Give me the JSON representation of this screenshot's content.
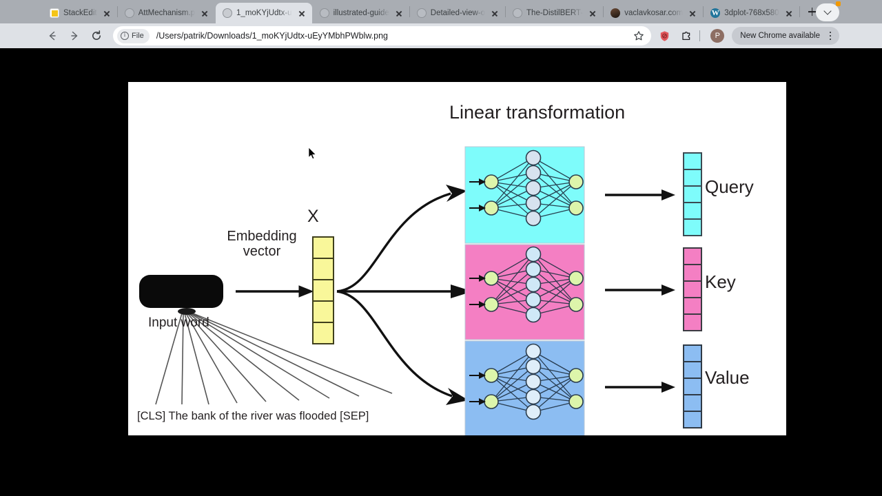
{
  "browser": {
    "tabs": [
      {
        "title": "StackEdit",
        "favicon": "stackedit-icon",
        "active": false
      },
      {
        "title": "AttMechanism.p",
        "favicon": "globe-icon",
        "active": false
      },
      {
        "title": "1_moKYjUdtx-u",
        "favicon": "globe-icon",
        "active": true
      },
      {
        "title": "illustrated-guide",
        "favicon": "globe-icon",
        "active": false
      },
      {
        "title": "Detailed-view-o",
        "favicon": "globe-icon",
        "active": false
      },
      {
        "title": "The-DistilBERT-",
        "favicon": "globe-icon",
        "active": false
      },
      {
        "title": "vaclavkosar.com",
        "favicon": "photo-icon",
        "active": false
      },
      {
        "title": "3dplot-768x580",
        "favicon": "wordpress-icon",
        "active": false
      }
    ],
    "new_tab_label": "+",
    "toolbar": {
      "back_icon": "back-arrow-icon",
      "forward_icon": "forward-arrow-icon",
      "reload_icon": "reload-icon",
      "file_chip_label": "File",
      "url": "/Users/patrik/Downloads/1_moKYjUdtx-uEyYMbhPWblw.png",
      "bookmark_icon": "star-icon",
      "shield_icon": "shield-icon",
      "extensions_icon": "puzzle-extension-icon",
      "profile_initial": "P",
      "update_label": "New Chrome available",
      "menu_icon": "kebab-menu-icon"
    }
  },
  "image": {
    "filename": "1_moKYjUdtx-uEyYMbhPWblw.png",
    "title": "Linear transformation",
    "labels": {
      "embedding_vector": "Embedding vector",
      "x": "X",
      "input_word": "Input word",
      "sentence": "[CLS] The bank of the river was flooded [SEP]",
      "query": "Query",
      "key": "Key",
      "value": "Value"
    },
    "colors": {
      "query_panel": "#7efcfb",
      "key_panel": "#f47fc3",
      "value_panel": "#8cbdf2",
      "embedding_cell": "#f9f79a",
      "query_cell": "#7efcfb",
      "key_cell": "#f47fc3",
      "value_cell": "#8cbdf2",
      "io_node": "#ddf5ab",
      "hidden_node": "#d7e3ef",
      "stroke": "#231f20",
      "canvas": "#ffffff",
      "backdrop": "#000000"
    },
    "vectors": {
      "embedding_cells": 5,
      "query_cells": 5,
      "key_cells": 5,
      "value_cells": 5
    },
    "networks": [
      {
        "name": "query",
        "input_nodes": 2,
        "hidden_nodes": 5,
        "output_nodes": 2
      },
      {
        "name": "key",
        "input_nodes": 2,
        "hidden_nodes": 5,
        "output_nodes": 2
      },
      {
        "name": "value",
        "input_nodes": 2,
        "hidden_nodes": 5,
        "output_nodes": 2
      }
    ],
    "fan_lines": 9
  }
}
